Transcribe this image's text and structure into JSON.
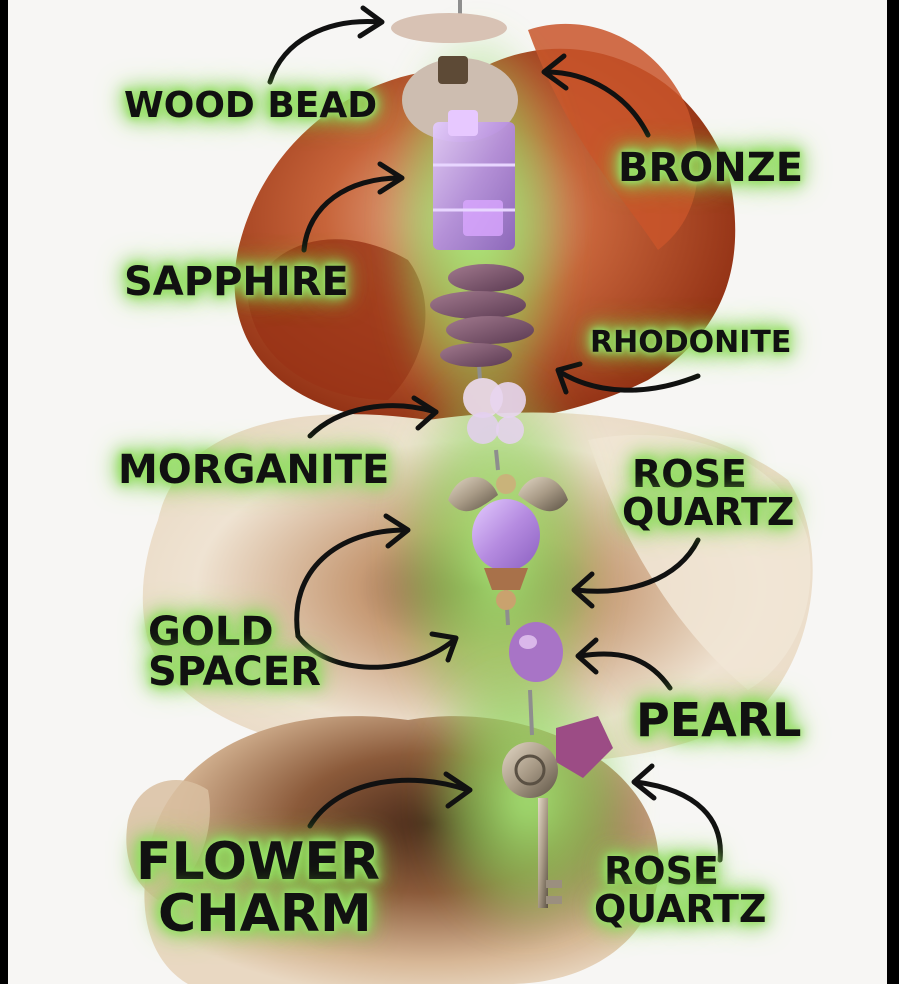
{
  "labels": {
    "wood_bead": "WOOD BEAD",
    "bronze": "BRONZE",
    "sapphire": "SAPPHIRE",
    "rhodonite": "RHODONITE",
    "morganite": "MORGANITE",
    "rose_quartz_upper": [
      "ROSE",
      "QUARTZ"
    ],
    "gold_spacer": [
      "GOLD",
      "SPACER"
    ],
    "pearl": "PEARL",
    "flower_charm": [
      "FLOWER",
      "CHARM"
    ],
    "rose_quartz_lower": [
      "ROSE",
      "QUARTZ"
    ]
  },
  "colors": {
    "glow": "#8ad85a",
    "ink": "#111111",
    "petal_red": "#b0411c",
    "petal_cream": "#eee2cf",
    "bead_purple": "#b58be0",
    "metal": "#a89a86"
  }
}
